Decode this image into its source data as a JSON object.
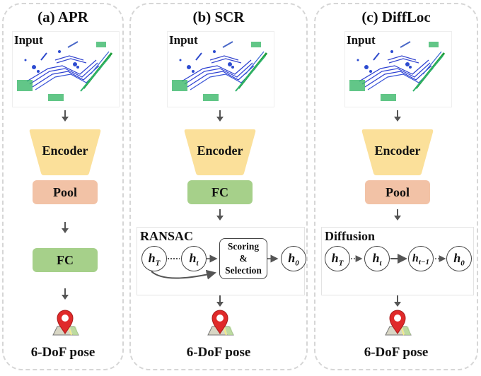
{
  "panels": [
    {
      "id": "a",
      "title": "(a) APR",
      "input_label": "Input",
      "encoder_label": "Encoder",
      "pool_label": "Pool",
      "fc_label": "FC",
      "output_label": "6-DoF pose"
    },
    {
      "id": "b",
      "title": "(b) SCR",
      "input_label": "Input",
      "encoder_label": "Encoder",
      "fc_label": "FC",
      "module_title": "RANSAC",
      "nodes": [
        "h",
        "h",
        "h"
      ],
      "node_subs": [
        "T",
        "t",
        "0"
      ],
      "selection_label_1": "Scoring",
      "selection_label_2": "&",
      "selection_label_3": "Selection",
      "output_label": "6-DoF pose"
    },
    {
      "id": "c",
      "title": "(c) DiffLoc",
      "input_label": "Input",
      "encoder_label": "Encoder",
      "pool_label": "Pool",
      "module_title": "Diffusion",
      "nodes": [
        "h",
        "h",
        "h",
        "h"
      ],
      "node_subs": [
        "T",
        "t",
        "t−1",
        "0"
      ],
      "output_label": "6-DoF pose"
    }
  ],
  "colors": {
    "encoder": "#fbe09a",
    "pool": "#f2c2a6",
    "fc": "#a6d08a",
    "pin": "#e02a2a",
    "arrow": "#555555",
    "panel_border": "#d6d6d6"
  }
}
